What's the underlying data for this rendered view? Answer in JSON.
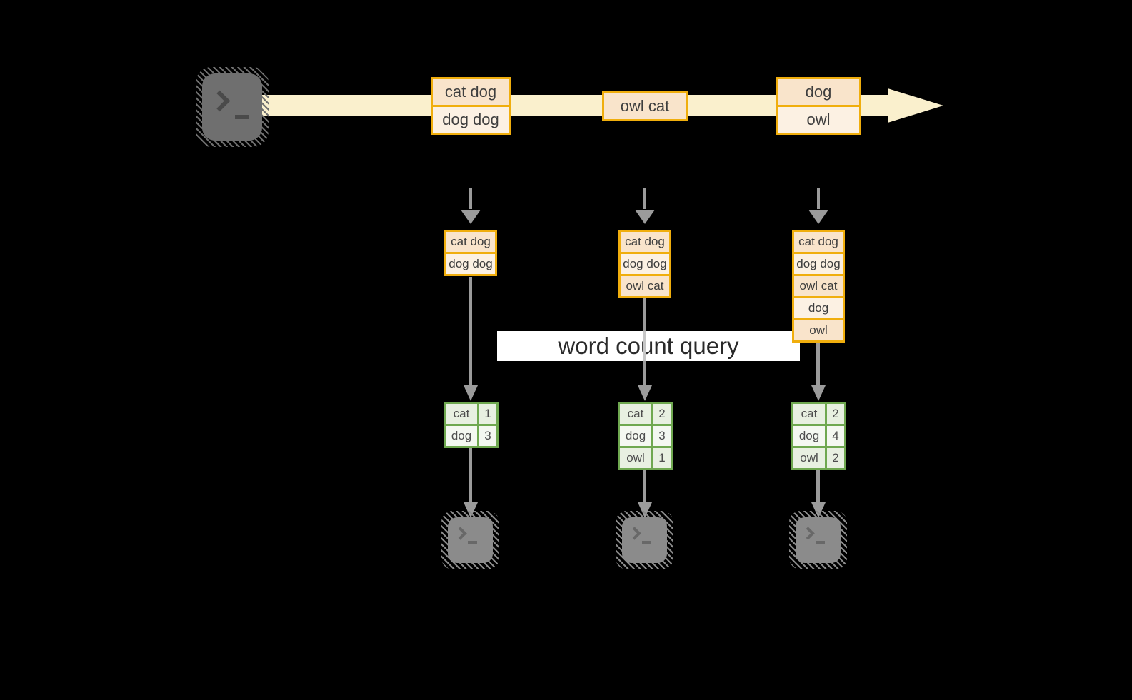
{
  "title_label": "word count query",
  "colors": {
    "background": "#000000",
    "stream_band": "#FAF0CD",
    "amber_border": "#F0AE0D",
    "cell_peach": "#F9E4CB",
    "cell_cream": "#FCF1E3",
    "green_border": "#6FA850",
    "green_cell": "#E8F0E1",
    "green_cell_alt": "#F4F8F1",
    "arrow_gray": "#9B9B9B",
    "source_terminal_gray": "#6F6F6F",
    "sink_terminal_gray": "#8B8B8B",
    "query_label_bg": "#FFFFFF"
  },
  "icons": {
    "source": "terminal-icon",
    "sinks": [
      "terminal-icon",
      "terminal-icon",
      "terminal-icon"
    ],
    "stream": "right-arrow-band",
    "down_arrows": "down-arrow"
  },
  "stream": {
    "batches": [
      {
        "lines": [
          "cat dog",
          "dog dog"
        ]
      },
      {
        "lines": [
          "owl cat"
        ]
      },
      {
        "lines": [
          "dog",
          "owl"
        ]
      }
    ]
  },
  "columns": [
    {
      "accumulated_lines": [
        "cat dog",
        "dog dog"
      ],
      "word_counts": [
        {
          "word": "cat",
          "count": "1"
        },
        {
          "word": "dog",
          "count": "3"
        }
      ]
    },
    {
      "accumulated_lines": [
        "cat dog",
        "dog dog",
        "owl cat"
      ],
      "word_counts": [
        {
          "word": "cat",
          "count": "2"
        },
        {
          "word": "dog",
          "count": "3"
        },
        {
          "word": "owl",
          "count": "1"
        }
      ]
    },
    {
      "accumulated_lines": [
        "cat dog",
        "dog dog",
        "owl cat",
        "dog",
        "owl"
      ],
      "word_counts": [
        {
          "word": "cat",
          "count": "2"
        },
        {
          "word": "dog",
          "count": "4"
        },
        {
          "word": "owl",
          "count": "2"
        }
      ]
    }
  ]
}
